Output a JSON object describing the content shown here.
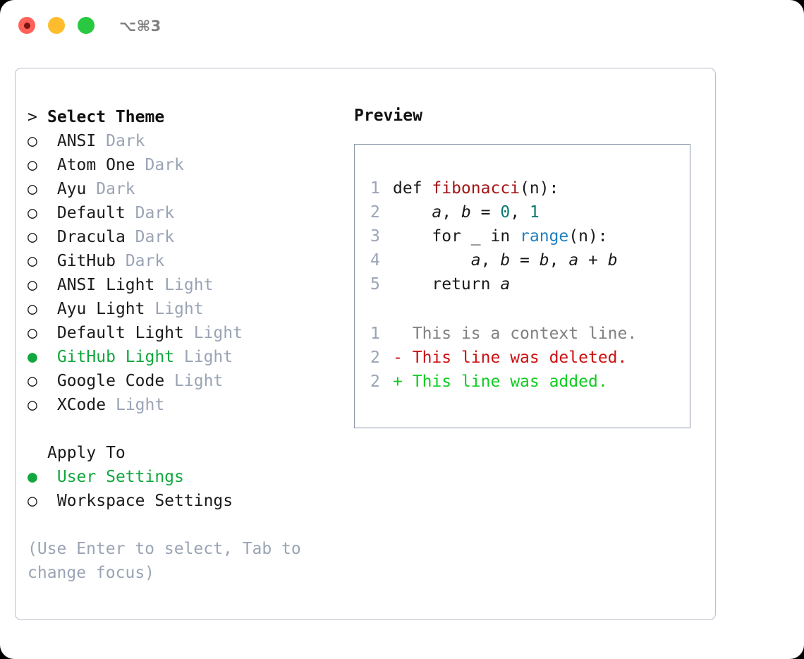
{
  "window": {
    "shortcut": "⌥⌘3",
    "traffic_lights": [
      {
        "name": "close",
        "color": "#ff6159"
      },
      {
        "name": "minimize",
        "color": "#ffbd2e"
      },
      {
        "name": "maximize",
        "color": "#28c840"
      }
    ]
  },
  "theme_picker": {
    "prompt_marker": "> ",
    "title": "Select Theme",
    "radio_on": "●",
    "radio_off": "○",
    "items": [
      {
        "name": "ANSI",
        "category": "Dark",
        "selected": false
      },
      {
        "name": "Atom One",
        "category": "Dark",
        "selected": false
      },
      {
        "name": "Ayu",
        "category": "Dark",
        "selected": false
      },
      {
        "name": "Default",
        "category": "Dark",
        "selected": false
      },
      {
        "name": "Dracula",
        "category": "Dark",
        "selected": false
      },
      {
        "name": "GitHub",
        "category": "Dark",
        "selected": false
      },
      {
        "name": "ANSI Light",
        "category": "Light",
        "selected": false
      },
      {
        "name": "Ayu Light",
        "category": "Light",
        "selected": false
      },
      {
        "name": "Default Light",
        "category": "Light",
        "selected": false
      },
      {
        "name": "GitHub Light",
        "category": "Light",
        "selected": true
      },
      {
        "name": "Google Code",
        "category": "Light",
        "selected": false
      },
      {
        "name": "XCode",
        "category": "Light",
        "selected": false
      }
    ]
  },
  "apply_to": {
    "label": "Apply To",
    "options": [
      {
        "label": "User Settings",
        "selected": true
      },
      {
        "label": "Workspace Settings",
        "selected": false
      }
    ]
  },
  "hint": {
    "line1": "(Use Enter to select, Tab to",
    "line2": "change focus)"
  },
  "preview": {
    "title": "Preview",
    "code_lines": [
      {
        "no": "1",
        "tokens": [
          {
            "text": "def ",
            "type": "kw"
          },
          {
            "text": "fibonacci",
            "type": "fn"
          },
          {
            "text": "(n):",
            "type": "punct"
          }
        ]
      },
      {
        "no": "2",
        "tokens": [
          {
            "text": "    ",
            "type": "punct"
          },
          {
            "text": "a",
            "type": "var"
          },
          {
            "text": ", ",
            "type": "punct"
          },
          {
            "text": "b",
            "type": "var"
          },
          {
            "text": " = ",
            "type": "punct"
          },
          {
            "text": "0",
            "type": "num"
          },
          {
            "text": ", ",
            "type": "punct"
          },
          {
            "text": "1",
            "type": "num"
          }
        ]
      },
      {
        "no": "3",
        "tokens": [
          {
            "text": "    for _ in ",
            "type": "kw"
          },
          {
            "text": "range",
            "type": "builtin"
          },
          {
            "text": "(n):",
            "type": "punct"
          }
        ]
      },
      {
        "no": "4",
        "tokens": [
          {
            "text": "        ",
            "type": "punct"
          },
          {
            "text": "a",
            "type": "var"
          },
          {
            "text": ", ",
            "type": "punct"
          },
          {
            "text": "b",
            "type": "var"
          },
          {
            "text": " = ",
            "type": "punct"
          },
          {
            "text": "b",
            "type": "var"
          },
          {
            "text": ", ",
            "type": "punct"
          },
          {
            "text": "a",
            "type": "var"
          },
          {
            "text": " + ",
            "type": "punct"
          },
          {
            "text": "b",
            "type": "var"
          }
        ]
      },
      {
        "no": "5",
        "tokens": [
          {
            "text": "    return ",
            "type": "kw"
          },
          {
            "text": "a",
            "type": "var"
          }
        ]
      }
    ],
    "diff_lines": [
      {
        "no": "1",
        "sign": " ",
        "text": "This is a context line.",
        "type": "ctx"
      },
      {
        "no": "2",
        "sign": "-",
        "text": "This line was deleted.",
        "type": "del"
      },
      {
        "no": "2",
        "sign": "+",
        "text": "This line was added.",
        "type": "add"
      }
    ]
  },
  "colors": {
    "accent_green": "#11a73e",
    "muted_gray": "#9aa4b4",
    "diff_add": "#11cc22",
    "diff_del": "#cc1111",
    "code_fn": "#a31515",
    "code_builtin": "#1f7fbf",
    "code_num": "#0b7a73"
  }
}
